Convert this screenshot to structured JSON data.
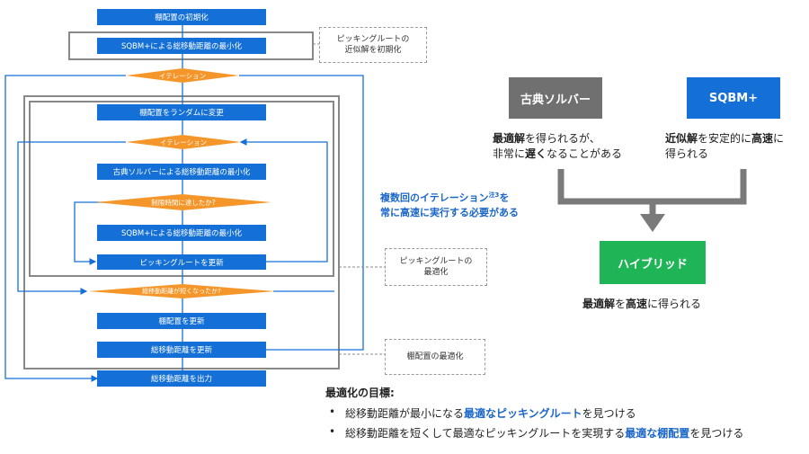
{
  "flowchart": {
    "init_layout": "棚配置の初期化",
    "sqbm_init": "SQBM+による総移動距離の最小化",
    "iteration_outer": "イテレーション",
    "random_change": "棚配置をランダムに変更",
    "iteration_inner": "イテレーション",
    "classic_minimize": "古典ソルバーによる総移動距離の最小化",
    "time_limit_q": "制限時間に達したか?",
    "sqbm_minimize": "SQBM+による総移動距離の最小化",
    "update_route": "ピッキングルートを更新",
    "distance_shorter_q": "総移動距離が短くなったか?",
    "update_layout": "棚配置を更新",
    "update_distance": "総移動距離を更新",
    "output_distance": "総移動距離を出力"
  },
  "notes": {
    "route_init_line1": "ピッキングルートの",
    "route_init_line2": "近似解を初期化",
    "route_opt_line1": "ピッキングルートの",
    "route_opt_line2": "最適化",
    "layout_opt": "棚配置の最適化"
  },
  "iteration_note": {
    "line1_a": "複数回のイテレーション",
    "line1_sup": "注3",
    "line1_b": "を",
    "line2": "常に高速に実行する必要がある"
  },
  "comparison": {
    "classic_label": "古典ソルバー",
    "sqbm_label": "SQBM+",
    "hybrid_label": "ハイブリッド",
    "classic_desc": {
      "l1_bold": "最適解",
      "l1_rest": "を得られるが、",
      "l2_a": "非常に",
      "l2_bold": "遅く",
      "l2_rest": "なることがある"
    },
    "sqbm_desc": {
      "l1_bold1": "近似解",
      "l1_mid": "を安定的に",
      "l1_bold2": "高速",
      "l1_end": "に",
      "l2": "得られる"
    },
    "hybrid_desc": {
      "bold1": "最適解",
      "mid": "を",
      "bold2": "高速",
      "end": "に得られる"
    }
  },
  "goals": {
    "title": "最適化の目標:",
    "item1_a": "総移動距離が最小になる",
    "item1_hl": "最適なピッキングルート",
    "item1_b": "を見つける",
    "item2_a": "総移動距離を短くして最適なピッキングルートを実現する",
    "item2_hl": "最適な棚配置",
    "item2_b": "を見つける"
  },
  "colors": {
    "flow_blue": "#1470d6",
    "diamond_orange": "#f5962a",
    "classic_gray": "#707070",
    "sqbm_blue": "#1470d6",
    "hybrid_green": "#1fb557",
    "text_blue": "#1a66c9"
  }
}
